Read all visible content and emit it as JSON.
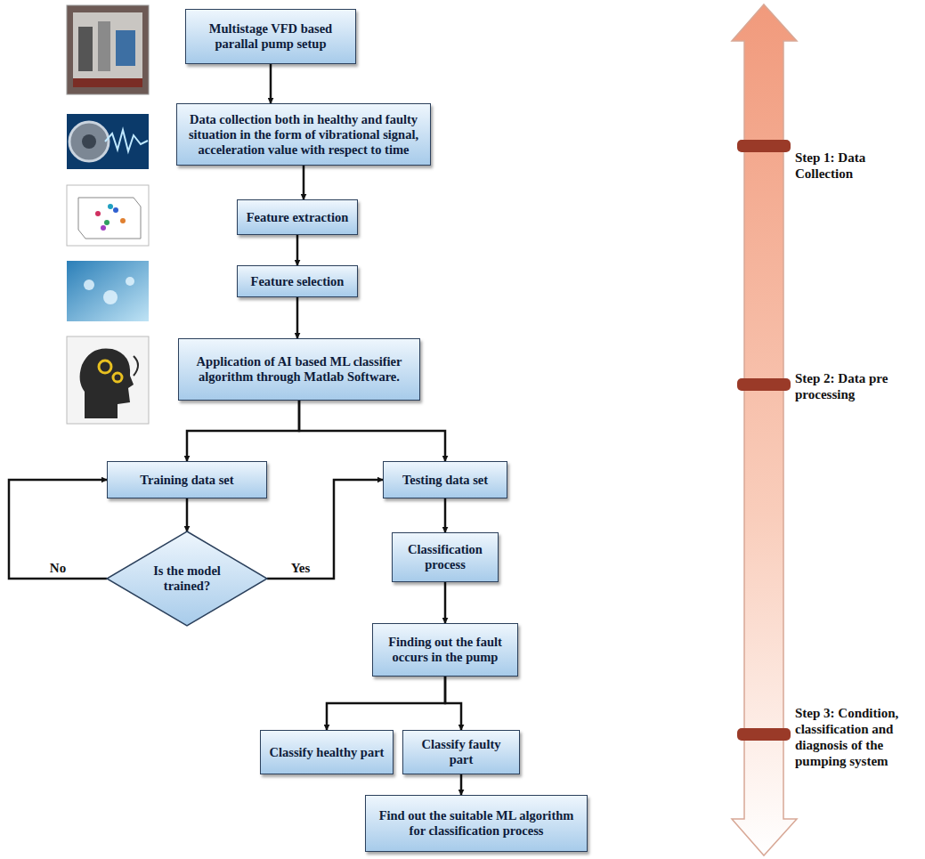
{
  "diagram": {
    "nodes": [
      {
        "text": [
          "Multistage VFD based parallal pump setup"
        ]
      },
      {
        "text": [
          "Data collection both in healthy and faulty situation in the form of vibrational signal, acceleration value with respect to time"
        ]
      },
      {
        "text": [
          "Feature extraction"
        ]
      },
      {
        "text": [
          "Feature selection"
        ]
      },
      {
        "text": [
          "Application of AI based ML classifier algorithm through Matlab Software."
        ]
      },
      {
        "text": [
          "Training data set"
        ]
      },
      {
        "text": [
          "Is the model trained?"
        ]
      },
      {
        "text": [
          "Testing data set"
        ]
      },
      {
        "text": [
          "Classification process"
        ]
      },
      {
        "text": [
          "Finding out the fault occurs in the pump"
        ]
      },
      {
        "text": [
          "Classify healthy part"
        ]
      },
      {
        "text": [
          "Classify faulty part"
        ]
      },
      {
        "text": [
          "Find out the suitable ML algorithm for classification process"
        ]
      }
    ],
    "edges": [
      {
        "from": 0,
        "to": 1,
        "arrow": "to"
      },
      {
        "from": 1,
        "to": 2,
        "arrow": "to"
      },
      {
        "from": 2,
        "to": 3,
        "arrow": "to"
      },
      {
        "from": 3,
        "to": 4,
        "arrow": "to"
      },
      {
        "from": 4,
        "to": 5,
        "arrow": "to"
      },
      {
        "from": 4,
        "to": 7,
        "arrow": "to"
      },
      {
        "from": 5,
        "to": 6,
        "arrow": "to"
      },
      {
        "from": 6,
        "to": 5,
        "label": "No",
        "arrow": "to"
      },
      {
        "from": 6,
        "to": 7,
        "label": "Yes",
        "arrow": "to"
      },
      {
        "from": 7,
        "to": 8,
        "arrow": "to"
      },
      {
        "from": 8,
        "to": 9,
        "arrow": "to"
      },
      {
        "from": 9,
        "to": 10,
        "arrow": "to"
      },
      {
        "from": 9,
        "to": 11,
        "arrow": "to"
      },
      {
        "from": 11,
        "to": 12,
        "arrow": "to"
      }
    ],
    "labels": [
      "Step 1: Data Collection",
      "Step 2: Data pre processing",
      "Step 3: Condition, classification and diagnosis of the pumping system"
    ]
  }
}
